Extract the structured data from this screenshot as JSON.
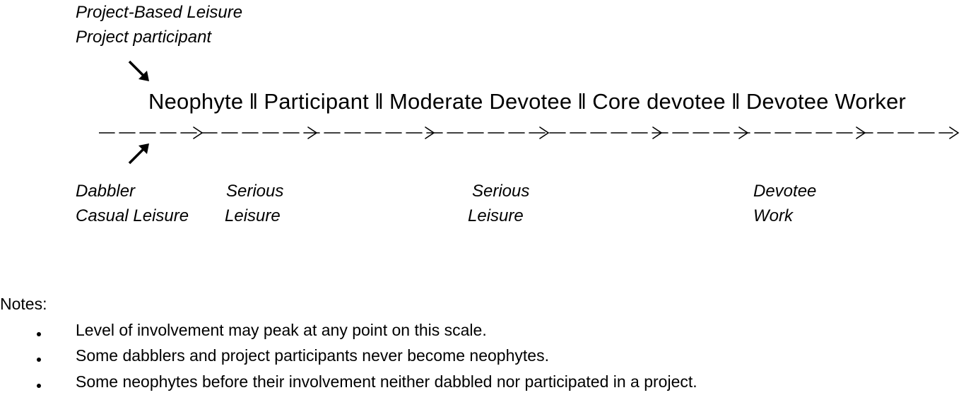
{
  "top_labels": {
    "line1": "Project-Based Leisure",
    "line2": "Project participant"
  },
  "stages": [
    "Neophyte",
    "Participant",
    "Moderate Devotee",
    "Core devotee",
    "Devotee Worker"
  ],
  "separator": "‖",
  "bottom_labels": [
    {
      "line1": "Dabbler",
      "line2": "Casual Leisure"
    },
    {
      "line1": "Serious",
      "line2": "Leisure"
    },
    {
      "line1": "Serious",
      "line2": "Leisure"
    },
    {
      "line1": "Devotee",
      "line2": "Work"
    }
  ],
  "notes": {
    "heading": "Notes:",
    "items": [
      "Level of involvement may peak at any point on this scale.",
      "Some dabblers and project participants never become neophytes.",
      "Some neophytes before their involvement neither dabbled nor participated in a project."
    ]
  }
}
